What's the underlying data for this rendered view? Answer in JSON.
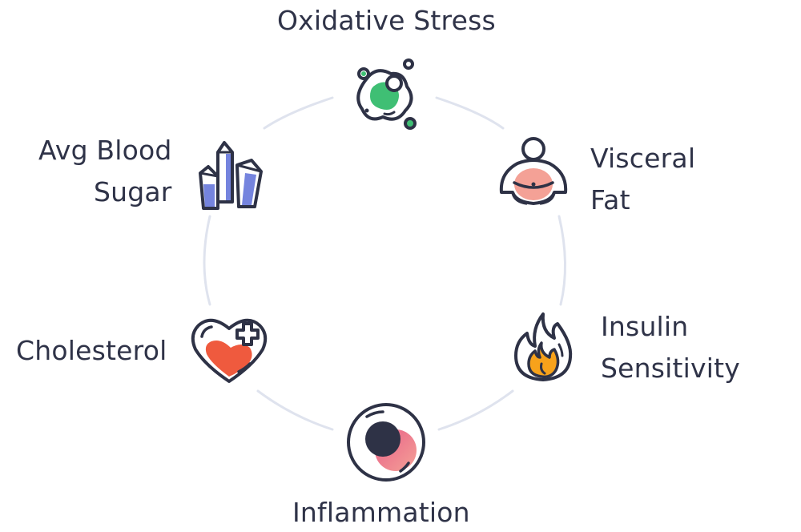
{
  "diagram": {
    "nodes": [
      {
        "id": "oxidative-stress",
        "lines": [
          "Oxidative Stress"
        ]
      },
      {
        "id": "visceral-fat",
        "lines": [
          "Visceral",
          "Fat"
        ]
      },
      {
        "id": "insulin-sensitivity",
        "lines": [
          "Insulin",
          "Sensitivity"
        ]
      },
      {
        "id": "inflammation",
        "lines": [
          "Inflammation"
        ]
      },
      {
        "id": "cholesterol",
        "lines": [
          "Cholesterol"
        ]
      },
      {
        "id": "avg-blood-sugar",
        "lines": [
          "Avg Blood",
          "Sugar"
        ]
      }
    ]
  },
  "icons": {
    "oxidative-stress": "molecule-icon",
    "visceral-fat": "belly-icon",
    "insulin-sensitivity": "flame-icon",
    "inflammation": "cell-icon",
    "cholesterol": "heart-plus-icon",
    "avg-blood-sugar": "crystals-icon"
  },
  "colors": {
    "ring": "#dfe3ee",
    "outline": "#2e3246",
    "molecule_green": "#3fbf74",
    "belly_pink": "#f4a196",
    "flame_orange": "#f7a21b",
    "cell_pink": "#e85d88",
    "heart_red": "#ef5a3e",
    "crystal_blue": "#5d6fd8"
  }
}
